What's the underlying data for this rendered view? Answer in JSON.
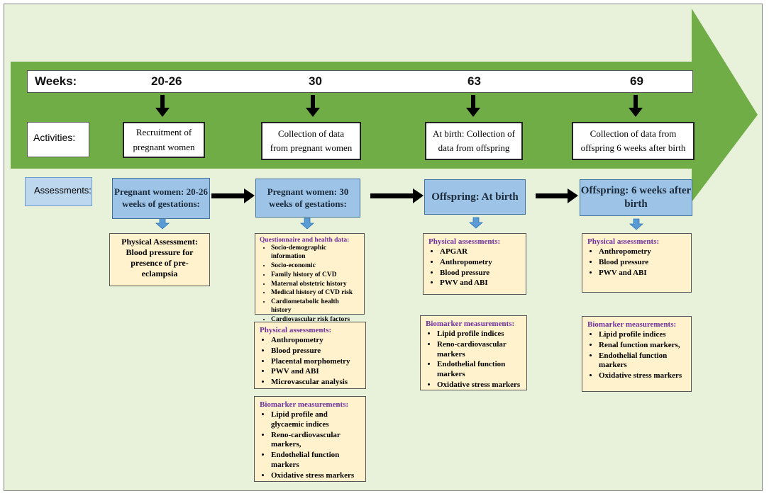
{
  "timeline": {
    "weeks_label": "Weeks:",
    "weeks": [
      "20-26",
      "30",
      "63",
      "69"
    ]
  },
  "activities": {
    "label": "Activities:",
    "items": [
      "Recruitment of pregnant women",
      "Collection of data from pregnant women",
      "At birth: Collection of data from offspring",
      "Collection of data from offspring 6 weeks after birth"
    ]
  },
  "assessments": {
    "label": "Assessments:",
    "stages": [
      {
        "title": "Pregnant women: 20-26 weeks of gestations:",
        "boxes": [
          {
            "text": "Physical Assessment: Blood pressure for presence of pre-eclampsia"
          }
        ]
      },
      {
        "title": "Pregnant women: 30 weeks of gestations:",
        "boxes": [
          {
            "heading": "Questionnaire and health data:",
            "items": [
              "Socio-demographic information",
              "Socio-economic",
              "Family history of CVD",
              "Maternal obstetric history",
              "Medical history of CVD risk",
              "Cardiometabolic health history",
              "Cardiovascular risk factors"
            ]
          },
          {
            "heading": "Physical assessments:",
            "items": [
              "Anthropometry",
              "Blood pressure",
              "Placental morphometry",
              "PWV and ABI",
              "Microvascular analysis"
            ]
          },
          {
            "heading": "Biomarker measurements:",
            "items": [
              "Lipid profile and glycaemic indices",
              "Reno-cardiovascular markers,",
              "Endothelial function markers",
              "Oxidative stress markers"
            ]
          }
        ]
      },
      {
        "title": "Offspring: At birth",
        "boxes": [
          {
            "heading": "Physical assessments:",
            "items": [
              "APGAR",
              "Anthropometry",
              "Blood pressure",
              "PWV and ABI"
            ]
          },
          {
            "heading": "Biomarker measurements:",
            "items": [
              "Lipid profile indices",
              "Reno-cardiovascular markers",
              "Endothelial function markers",
              "Oxidative stress markers"
            ]
          }
        ]
      },
      {
        "title": "Offspring: 6 weeks after birth",
        "boxes": [
          {
            "heading": "Physical assessments:",
            "items": [
              "Anthropometry",
              "Blood pressure",
              "PWV and ABI"
            ]
          },
          {
            "heading": "Biomarker measurements:",
            "items": [
              "Lipid profile indices",
              "Renal function markers,",
              "Endothelial function markers",
              "Oxidative stress markers"
            ]
          }
        ]
      }
    ]
  },
  "colors": {
    "big_arrow": "#70ad47",
    "background": "#e8f1da",
    "stage_box": "#9dc3e6",
    "detail_box": "#fff2cc",
    "heading_text": "#7030a0"
  }
}
